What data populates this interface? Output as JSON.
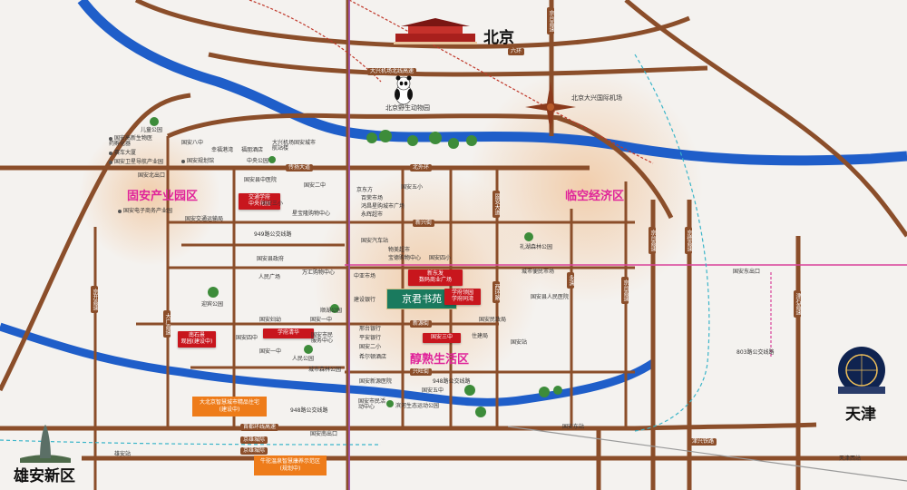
{
  "cities": {
    "beijing": "北京",
    "tianjin": "天津",
    "xiongan": "雄安新区"
  },
  "zones": {
    "industrial_park": "固安产业园区",
    "airport_economy": "临空经济区",
    "mature_living": "醇熟生活区"
  },
  "highways": {
    "sixth_ring": "六环",
    "airport_line": "大兴机场北线高速",
    "north_ring": "北外环",
    "shoudu_ring": "首都环线高速",
    "xinglong": "新兴街",
    "xingwang": "兴旺街",
    "chuanyang": "传扬大道",
    "jingxiong_expwy": "京雄高速",
    "xinyuan": "新源街",
    "jingtai": "京台高速"
  },
  "rails": {
    "jingxiong": "京雄城际",
    "jingxiong2": "京雄城际",
    "jinxing": "津兴铁路"
  },
  "vertical_roads": {
    "jingtai": "京台高速",
    "jingkai": "京开高速",
    "daguang": "大广高速",
    "yongqing": "永清",
    "gu_road": "固安大道",
    "ring_west": "西环路",
    "road_e1": "京台高速",
    "road_e2": "京德高速",
    "road_e3": "津石高速"
  },
  "landmarks": {
    "tiananmen": "北京",
    "panda": "北京野生动物园",
    "airport": "北京大兴国际机场",
    "project": "京君书苑",
    "tianjin_landmark": "天津之眼",
    "xiongan_landmark": "雄安"
  },
  "pois": [
    {
      "id": "poi1",
      "text": "儿童公园"
    },
    {
      "id": "poi2",
      "text": "国安高新生物医药孵化器"
    },
    {
      "id": "poi3",
      "text": "赛车大厦"
    },
    {
      "id": "poi4",
      "text": "国安卫星导航产业园"
    },
    {
      "id": "poi5",
      "text": "国安八中"
    },
    {
      "id": "poi6",
      "text": "幸福港湾"
    },
    {
      "id": "poi7",
      "text": "福朋酒店"
    },
    {
      "id": "poi8",
      "text": "大兴机场固安城市航站楼"
    },
    {
      "id": "poi9",
      "text": "国安规划馆"
    },
    {
      "id": "poi10",
      "text": "中央公园"
    },
    {
      "id": "poi11",
      "text": "国安北出口"
    },
    {
      "id": "poi12",
      "text": "国安县中医院"
    },
    {
      "id": "poi13",
      "text": "国安三小"
    },
    {
      "id": "poi14",
      "text": "国安二中"
    },
    {
      "id": "poi15",
      "text": "国安五小"
    },
    {
      "id": "poi16",
      "text": "京东方"
    },
    {
      "id": "poi17",
      "text": "百荣市场"
    },
    {
      "id": "poi18",
      "text": "鸿昌星购城市广场"
    },
    {
      "id": "poi19",
      "text": "永辉超市"
    },
    {
      "id": "poi20",
      "text": "国安交通运输局"
    },
    {
      "id": "poi21",
      "text": "国安电子商务产业园"
    },
    {
      "id": "poi22",
      "text": "星宝隆购物中心"
    },
    {
      "id": "poi23",
      "text": "949路公交线路"
    },
    {
      "id": "poi24",
      "text": "国安县政府"
    },
    {
      "id": "poi25",
      "text": "人民广场"
    },
    {
      "id": "poi26",
      "text": "国安汽车站"
    },
    {
      "id": "poi27",
      "text": "物美超市"
    },
    {
      "id": "poi28",
      "text": "宝德购物中心"
    },
    {
      "id": "poi29",
      "text": "国安四小"
    },
    {
      "id": "poi30",
      "text": "万汇购物中心"
    },
    {
      "id": "poi31",
      "text": "中亚市场"
    },
    {
      "id": "poi32",
      "text": "礼湖森林公园"
    },
    {
      "id": "poi33",
      "text": "城市便民市场"
    },
    {
      "id": "poi34",
      "text": "国安县人民医院"
    },
    {
      "id": "poi35",
      "text": "国安东出口"
    },
    {
      "id": "poi36",
      "text": "迎宾公园"
    },
    {
      "id": "poi37",
      "text": "建设银行"
    },
    {
      "id": "poi38",
      "text": "顺湖公园"
    },
    {
      "id": "poi39",
      "text": "国安一中"
    },
    {
      "id": "poi40",
      "text": "国安妇幼"
    },
    {
      "id": "poi41",
      "text": "国安四中"
    },
    {
      "id": "poi42",
      "text": "国安一中"
    },
    {
      "id": "poi43",
      "text": "国安市民服务中心"
    },
    {
      "id": "poi44",
      "text": "邢台银行"
    },
    {
      "id": "poi45",
      "text": "平安银行"
    },
    {
      "id": "poi46",
      "text": "国安二小"
    },
    {
      "id": "poi47",
      "text": "希尔顿酒店"
    },
    {
      "id": "poi48",
      "text": "人民公园"
    },
    {
      "id": "poi49",
      "text": "城市森林公园"
    },
    {
      "id": "poi50",
      "text": "国安民政局"
    },
    {
      "id": "poi51",
      "text": "住建局"
    },
    {
      "id": "poi52",
      "text": "国安站"
    },
    {
      "id": "poi53",
      "text": "803路公交线路"
    },
    {
      "id": "poi54",
      "text": "国安新源医院"
    },
    {
      "id": "poi55",
      "text": "948路公交线路"
    },
    {
      "id": "poi56",
      "text": "国安五中"
    },
    {
      "id": "poi57",
      "text": "国安市民活动中心"
    },
    {
      "id": "poi58",
      "text": "滨河生态运动公园"
    },
    {
      "id": "poi59",
      "text": "948路公交线路"
    },
    {
      "id": "poi60",
      "text": "国安南出口"
    },
    {
      "id": "poi61",
      "text": "国安东站"
    },
    {
      "id": "poi62",
      "text": "雄安站"
    },
    {
      "id": "poi63",
      "text": "天津西站"
    }
  ],
  "red_boxes": [
    {
      "id": "rb1",
      "line1": "交通学府",
      "line2": "中央花园"
    },
    {
      "id": "rb2",
      "line1": "学府清华",
      "line2": ""
    },
    {
      "id": "rb3",
      "line1": "南石景",
      "line2": "观园(建设中)"
    },
    {
      "id": "rb4",
      "line1": "学府领园",
      "line2": "学府同湾"
    },
    {
      "id": "rb5",
      "line1": "国安三中",
      "line2": ""
    },
    {
      "id": "rb6",
      "line1": "新东发",
      "line2": "数码商业广场"
    }
  ],
  "orange_boxes": [
    {
      "id": "ob1",
      "line1": "大北京智慧城市精品住宅",
      "line2": "(建设中)"
    },
    {
      "id": "ob2",
      "line1": "牛驼温泉智慧康养示范区",
      "line2": "(规划中)"
    }
  ],
  "colors": {
    "road": "#8b4e2a",
    "river": "#1f5ec9",
    "zone_text": "#e0249a",
    "zone_glow": "#f3d2b4",
    "project_box": "#1a7a5e",
    "highlight_box": "#c8161d",
    "orange_box": "#ee7c1a"
  }
}
